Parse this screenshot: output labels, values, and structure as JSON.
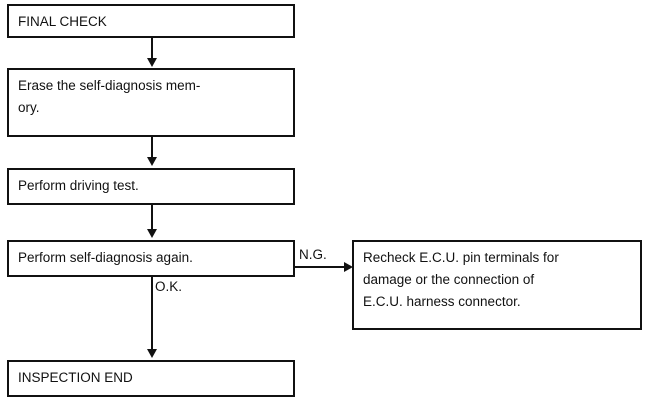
{
  "diagram": {
    "title": "FINAL CHECK flowchart",
    "colors": {
      "line": "#111111",
      "background": "#ffffff",
      "text": "#111111"
    },
    "nodes": [
      {
        "id": "final-check",
        "text": "FINAL CHECK"
      },
      {
        "id": "erase-memory",
        "text": "Erase the self-diagnosis mem-\nory."
      },
      {
        "id": "driving-test",
        "text": "Perform driving test."
      },
      {
        "id": "self-diagnosis",
        "text": "Perform self-diagnosis again."
      },
      {
        "id": "recheck-ecu",
        "text": "Recheck E.C.U. pin terminals for\ndamage or the connection of\nE.C.U. harness connector."
      },
      {
        "id": "inspection-end",
        "text": "INSPECTION END"
      }
    ],
    "edge_labels": [
      {
        "id": "ng",
        "text": "N.G."
      },
      {
        "id": "ok",
        "text": "O.K."
      }
    ]
  }
}
